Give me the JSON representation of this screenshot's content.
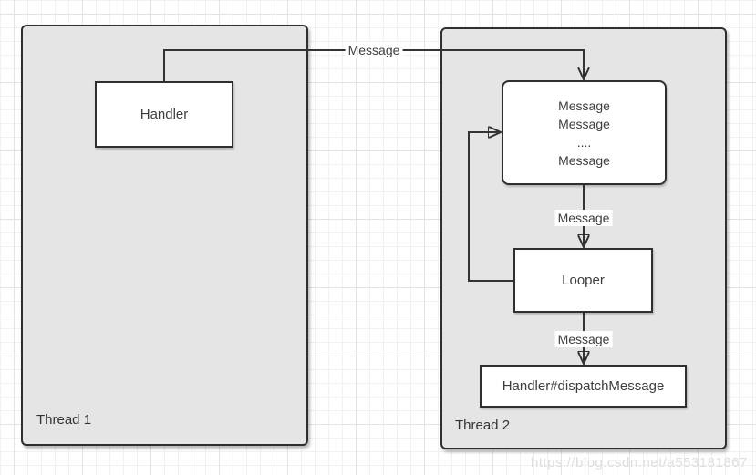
{
  "diagram": {
    "title_semantic": "Android Handler Looper message flow diagram",
    "threads": [
      {
        "label": "Thread 1"
      },
      {
        "label": "Thread 2"
      }
    ],
    "nodes": {
      "handler": "Handler",
      "message_queue_lines": [
        "Message",
        "Message",
        "....",
        "Message"
      ],
      "looper": "Looper",
      "dispatch": "Handler#dispatchMessage"
    },
    "edge_labels": {
      "handler_to_queue": "Message",
      "queue_to_looper": "Message",
      "looper_to_dispatch": "Message"
    },
    "colors": {
      "container_fill": "#e5e5e5",
      "node_fill": "#ffffff",
      "stroke": "#333333",
      "text": "#3d3d3d",
      "grid_minor": "#f1f1f1",
      "grid_major": "#e3e3e3",
      "watermark": "#dedede"
    },
    "watermark": "https://blog.csdn.net/a553181867"
  }
}
